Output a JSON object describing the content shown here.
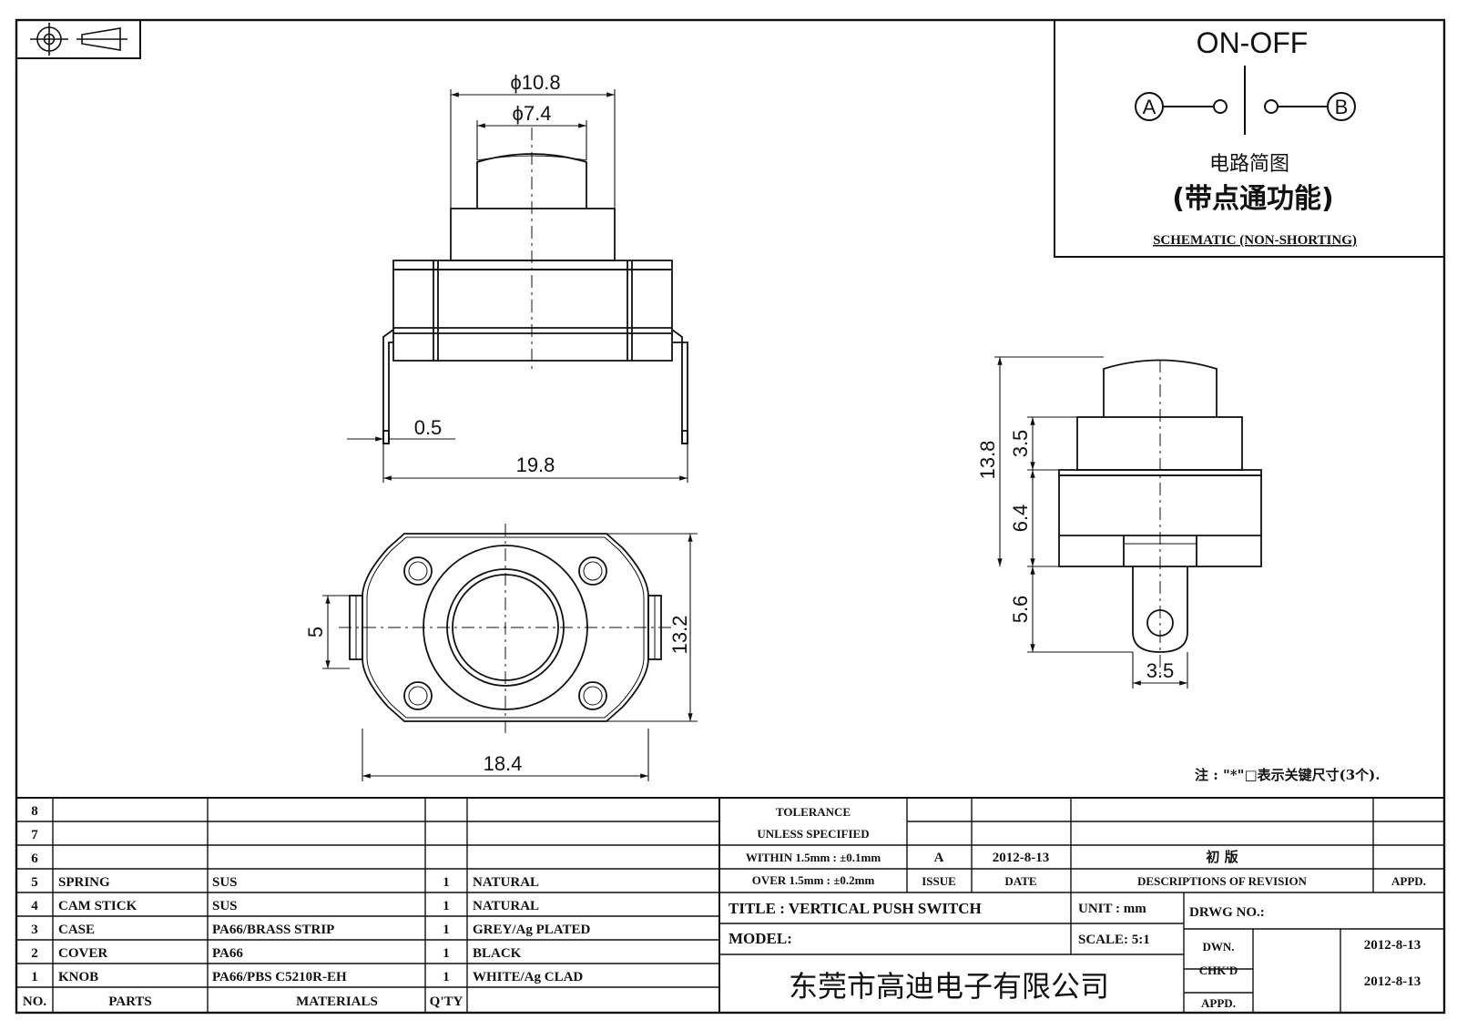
{
  "projection_symbol": "first-angle-projection-icon",
  "dimensions": {
    "d_outer": "ϕ10.8",
    "d_inner": "ϕ7.4",
    "pin_thickness": "0.5",
    "overall_width": "19.8",
    "bottom_height": "5",
    "bottom_depth": "13.2",
    "bottom_width": "18.4",
    "side_total_height": "13.8",
    "side_knob_height": "3.5",
    "side_body_height": "6.4",
    "side_pin_length": "5.6",
    "side_pin_width": "3.5"
  },
  "schematic": {
    "label": "ON-OFF",
    "terminal_a": "A",
    "terminal_b": "B",
    "cn_line1": "电路简图",
    "cn_line2": "(带点通功能)",
    "caption": "SCHEMATIC (NON-SHORTING)"
  },
  "note": "注 : \"*\"□表示关键尺寸(3个).",
  "bom": {
    "header": {
      "no": "NO.",
      "parts": "PARTS",
      "materials": "MATERIALS",
      "qty": "Q'TY"
    },
    "rows": [
      {
        "no": "8",
        "part": "",
        "material": "",
        "qty": "",
        "finish": ""
      },
      {
        "no": "7",
        "part": "",
        "material": "",
        "qty": "",
        "finish": ""
      },
      {
        "no": "6",
        "part": "",
        "material": "",
        "qty": "",
        "finish": ""
      },
      {
        "no": "5",
        "part": "SPRING",
        "material": "SUS",
        "qty": "1",
        "finish": "NATURAL"
      },
      {
        "no": "4",
        "part": "CAM STICK",
        "material": "SUS",
        "qty": "1",
        "finish": "NATURAL"
      },
      {
        "no": "3",
        "part": "CASE",
        "material": "PA66/BRASS STRIP",
        "qty": "1",
        "finish": "GREY/Ag PLATED"
      },
      {
        "no": "2",
        "part": "COVER",
        "material": "PA66",
        "qty": "1",
        "finish": "BLACK"
      },
      {
        "no": "1",
        "part": "KNOB",
        "material": "PA66/PBS C5210R-EH",
        "qty": "1",
        "finish": "WHITE/Ag CLAD"
      }
    ]
  },
  "tolerance": {
    "l1": "TOLERANCE",
    "l2": "UNLESS SPECIFIED",
    "l3": "WITHIN 1.5mm : ±0.1mm",
    "l4": "OVER 1.5mm : ±0.2mm"
  },
  "revision": {
    "issue": "A",
    "date": "2012-8-13",
    "desc": "初 版",
    "h_issue": "ISSUE",
    "h_date": "DATE",
    "h_desc": "DESCRIPTIONS OF REVISION",
    "h_appd": "APPD."
  },
  "title_block": {
    "title": "TITLE : VERTICAL PUSH SWITCH",
    "unit": "UNIT : mm",
    "drwg_no": "DRWG NO.:",
    "model": "MODEL:",
    "scale": "SCALE: 5:1",
    "dwn_label": "DWN.",
    "dwn_date": "2012-8-13",
    "chkd_label": "CHK'D",
    "chkd_date": "2012-8-13",
    "appd_label": "APPD.",
    "company": "东莞市高迪电子有限公司"
  }
}
